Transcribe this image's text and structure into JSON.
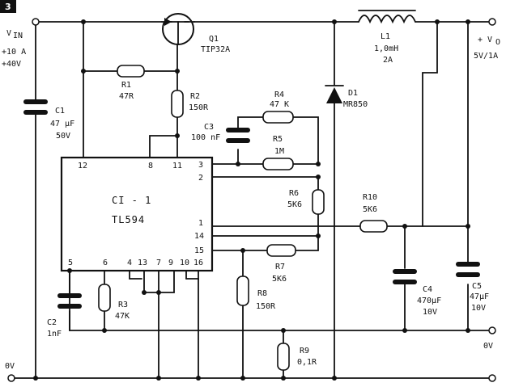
{
  "figure_badge": "3",
  "terminals": {
    "vin": "V",
    "vin_sub": "IN",
    "vin_spec1": "+10 A",
    "vin_spec2": "+40V",
    "vout": "+ V",
    "vout_sub": "O",
    "vout_spec": "5V/1A",
    "gnd_left": "0V",
    "gnd_right": "0V"
  },
  "components": {
    "q1": {
      "ref": "Q1",
      "value": "TIP32A"
    },
    "l1": {
      "ref": "L1",
      "value1": "1,0mH",
      "value2": "2A"
    },
    "d1": {
      "ref": "D1",
      "value": "MR850"
    },
    "r1": {
      "ref": "R1",
      "value": "47R"
    },
    "r2": {
      "ref": "R2",
      "value": "150R"
    },
    "r3": {
      "ref": "R3",
      "value": "47K"
    },
    "r4": {
      "ref": "R4",
      "value": "47 K"
    },
    "r5": {
      "ref": "R5",
      "value": "1M"
    },
    "r6": {
      "ref": "R6",
      "value": "5K6"
    },
    "r7": {
      "ref": "R7",
      "value": "5K6"
    },
    "r8": {
      "ref": "R8",
      "value": "150R"
    },
    "r9": {
      "ref": "R9",
      "value": "0,1R"
    },
    "r10": {
      "ref": "R10",
      "value": "5K6"
    },
    "c1": {
      "ref": "C1",
      "value1": "47 µF",
      "value2": "50V"
    },
    "c2": {
      "ref": "C2",
      "value": "1nF"
    },
    "c3": {
      "ref": "C3",
      "value": "100 nF"
    },
    "c4": {
      "ref": "C4",
      "value1": "470µF",
      "value2": "10V"
    },
    "c5": {
      "ref": "C5",
      "value1": "47µF",
      "value2": "10V"
    }
  },
  "ic": {
    "name": "CI - 1",
    "part": "TL594",
    "pins": {
      "p12": "12",
      "p8": "8",
      "p11": "11",
      "p3": "3",
      "p2": "2",
      "p1": "1",
      "p14": "14",
      "p15": "15",
      "p5": "5",
      "p6": "6",
      "p4": "4",
      "p13": "13",
      "p7": "7",
      "p9": "9",
      "p10": "10",
      "p16": "16"
    }
  }
}
